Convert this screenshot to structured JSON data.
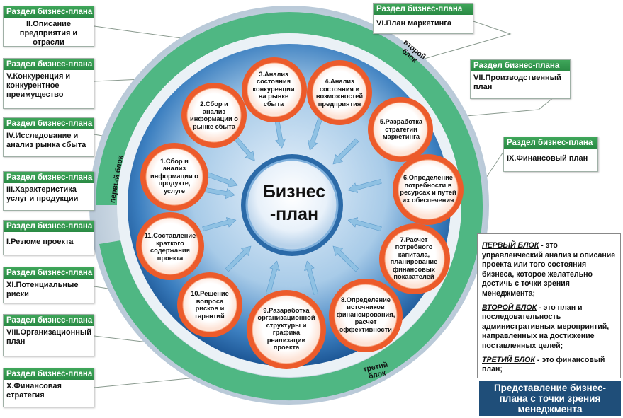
{
  "center": {
    "title": "Бизнес -план"
  },
  "section_header": "Раздел бизнес-плана",
  "sections": [
    {
      "id": "s2",
      "text": "II.Описание предприятия и отрасли"
    },
    {
      "id": "s5",
      "text": "V.Конкуренция и конкурентное преимущество"
    },
    {
      "id": "s4",
      "text": "IV.Исследование и анализ рынка сбыта"
    },
    {
      "id": "s3",
      "text": "III.Характеристика услуг и продукции"
    },
    {
      "id": "s1",
      "text": "I.Резюме проекта"
    },
    {
      "id": "s11",
      "text": "XI.Потенциальные риски"
    },
    {
      "id": "s8",
      "text": "VIII.Организационный план"
    },
    {
      "id": "s10",
      "text": "X.Финансовая стратегия"
    },
    {
      "id": "s6",
      "text": "VI.План маркетинга"
    },
    {
      "id": "s7",
      "text": "VII.Производственный план"
    },
    {
      "id": "s9",
      "text": "IX.Финансовый план"
    }
  ],
  "steps": [
    {
      "text": "1.Сбор и анализ информации о продукте, услуге"
    },
    {
      "text": "2.Сбор и анализ информации о рынке сбыта"
    },
    {
      "text": "3.Анализ состояния конкуренции на рынке сбыта"
    },
    {
      "text": "4.Анализ состояния и возможностей предприятия"
    },
    {
      "text": "5.Разработка стратегии маркетинга"
    },
    {
      "text": "6.Определение потребности в ресурсах и путей их обеспечения"
    },
    {
      "text": "7.Расчет потребного капитала, планирование финансовых показателей"
    },
    {
      "text": "8.Определение источников финансирования, расчет эффективности"
    },
    {
      "text": "9.Разаработка организационной структуры и графика реализации проекта"
    },
    {
      "text": "10.Решение вопроса рисков и гарантий"
    },
    {
      "text": "11.Составление краткого содержания проекта"
    }
  ],
  "blocks": {
    "first": "первый блок",
    "second": "второй блок",
    "third": "третий блок"
  },
  "definitions": {
    "first_term": "ПЕРВЫЙ БЛОК",
    "first_text": " - это управленческий анализ и описание проекта или того состояния бизнеса, которое желательно достичь с точки зрения менеджмента;",
    "second_term": "ВТОРОЙ БЛОК",
    "second_text": " - это план и последовательность административных мероприятий, направленных на достижение поставленных целей;",
    "third_term": "ТРЕТИЙ БЛОК",
    "third_text": " - это финансовый план;"
  },
  "footer": "Представление бизнес-плана с точки зрения менеджмента",
  "colors": {
    "green": "#3aa35b",
    "ring_green": "#4fb783",
    "orange": "#ec5b2b",
    "blue": "#2f6fae",
    "navy": "#1f4e79"
  }
}
